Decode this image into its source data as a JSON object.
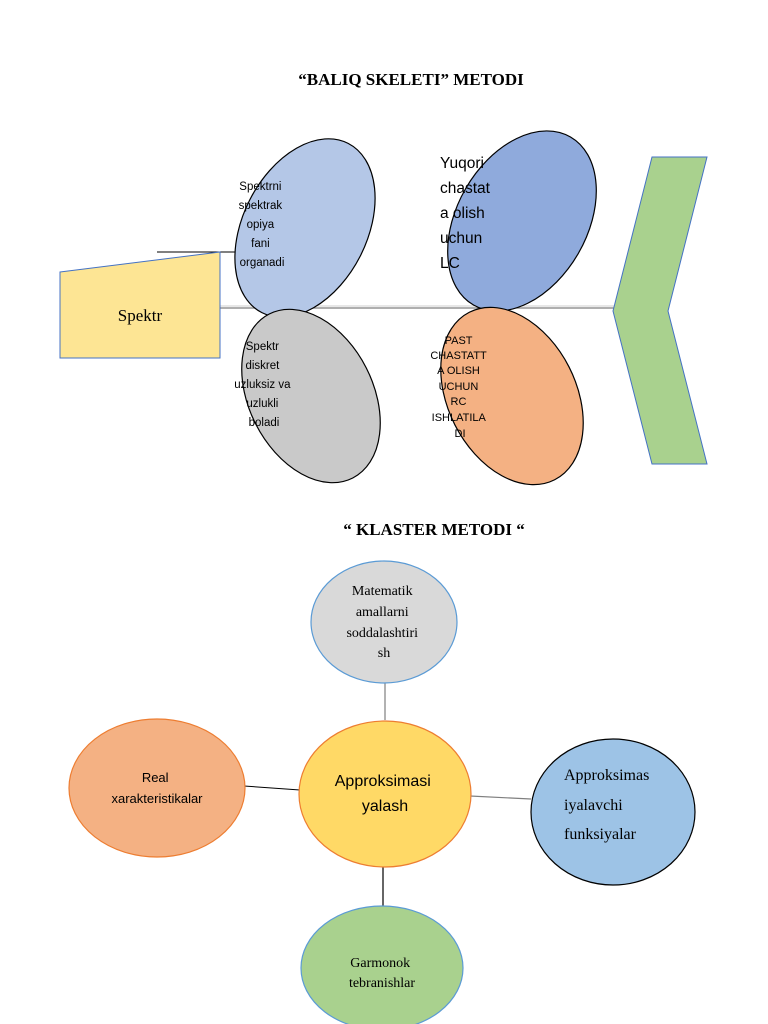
{
  "fishbone": {
    "title": "“BALIQ SKELETI” METODI",
    "head_label": "Spektr",
    "top_left": [
      "Spektrni",
      "spektrak",
      "opiya",
      "fani",
      "organadi"
    ],
    "bottom_left": [
      "Spektr",
      "diskret",
      "uzluksiz va",
      "uzlukli",
      "boladi"
    ],
    "top_right": [
      "Yuqori",
      "chastat",
      "a olish",
      "uchun",
      "LC"
    ],
    "bottom_right": [
      "PAST",
      "CHASTATT",
      "A OLISH",
      "UCHUN",
      "RC",
      "ISHLATILA",
      "DI"
    ],
    "colors": {
      "head": "#fde594",
      "tail": "#a9d18e",
      "top_left": "#b4c7e7",
      "top_right": "#8faadc",
      "bottom_left": "#c9c9c9",
      "bottom_right": "#f4b183"
    }
  },
  "cluster": {
    "title": "“ KLASTER METODI “",
    "center": [
      "Approksimasi",
      "yalash"
    ],
    "top": [
      "Matematik",
      "amallarni",
      "soddalashtiri",
      "sh"
    ],
    "left": [
      "Real",
      "xarakteristikalar"
    ],
    "right": [
      "Approksimas",
      "iyalavchi",
      "funksiyalar"
    ],
    "bottom": [
      "Garmonok",
      "tebranishlar"
    ],
    "colors": {
      "center": "#ffd966",
      "top": "#d9d9d9",
      "left": "#f4b183",
      "right": "#9dc3e6",
      "bottom": "#a9d18e"
    }
  }
}
